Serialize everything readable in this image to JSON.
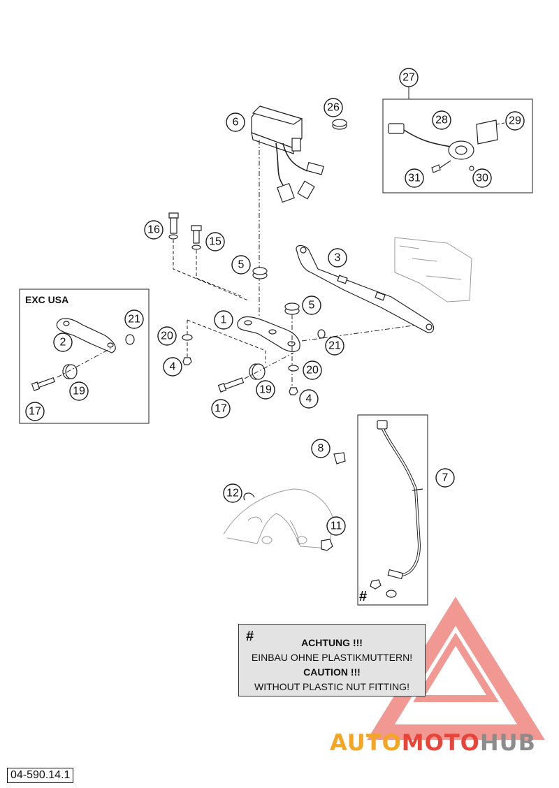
{
  "diagram": {
    "code": "04-590.14.1",
    "variant_label": "EXC USA",
    "note_marker": "#",
    "warning": {
      "marker": "#",
      "line1": "ACHTUNG !!!",
      "line2": "EINBAU OHNE PLASTIKMUTTERN!",
      "line3": "CAUTION !!!",
      "line4": "WITHOUT PLASTIC NUT FITTING!"
    },
    "callouts": [
      "1",
      "2",
      "3",
      "4",
      "4",
      "5",
      "5",
      "6",
      "7",
      "8",
      "11",
      "12",
      "15",
      "16",
      "17",
      "17",
      "19",
      "19",
      "20",
      "20",
      "21",
      "21",
      "26",
      "27",
      "28",
      "29",
      "30",
      "31"
    ]
  },
  "watermark": {
    "part1": "AUTO",
    "part2": "MOTO",
    "part3": "HUB",
    "colors": {
      "auto": "#f4a623",
      "moto": "#e8443a",
      "hub": "#8c8c8c",
      "triangle": "#e8443a"
    }
  }
}
